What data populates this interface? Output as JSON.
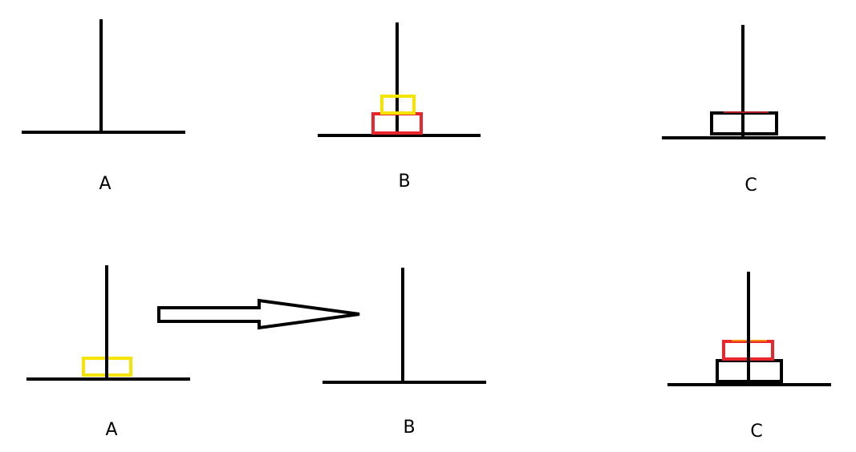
{
  "colors": {
    "background": "#ffffff",
    "peg": "#000000",
    "disk_large": "#000000",
    "disk_medium": "#e8262c",
    "disk_small": "#f5e400",
    "arrow": "#000000"
  },
  "rows": [
    {
      "pegs": [
        {
          "label": "A",
          "disks": []
        },
        {
          "label": "B",
          "disks": [
            "medium",
            "small"
          ]
        },
        {
          "label": "C",
          "disks": [
            "large"
          ]
        }
      ]
    },
    {
      "pegs": [
        {
          "label": "A",
          "disks": [
            "small"
          ]
        },
        {
          "label": "B",
          "disks": []
        },
        {
          "label": "C",
          "disks": [
            "large",
            "medium"
          ]
        }
      ]
    }
  ],
  "arrow": {
    "direction": "right"
  }
}
